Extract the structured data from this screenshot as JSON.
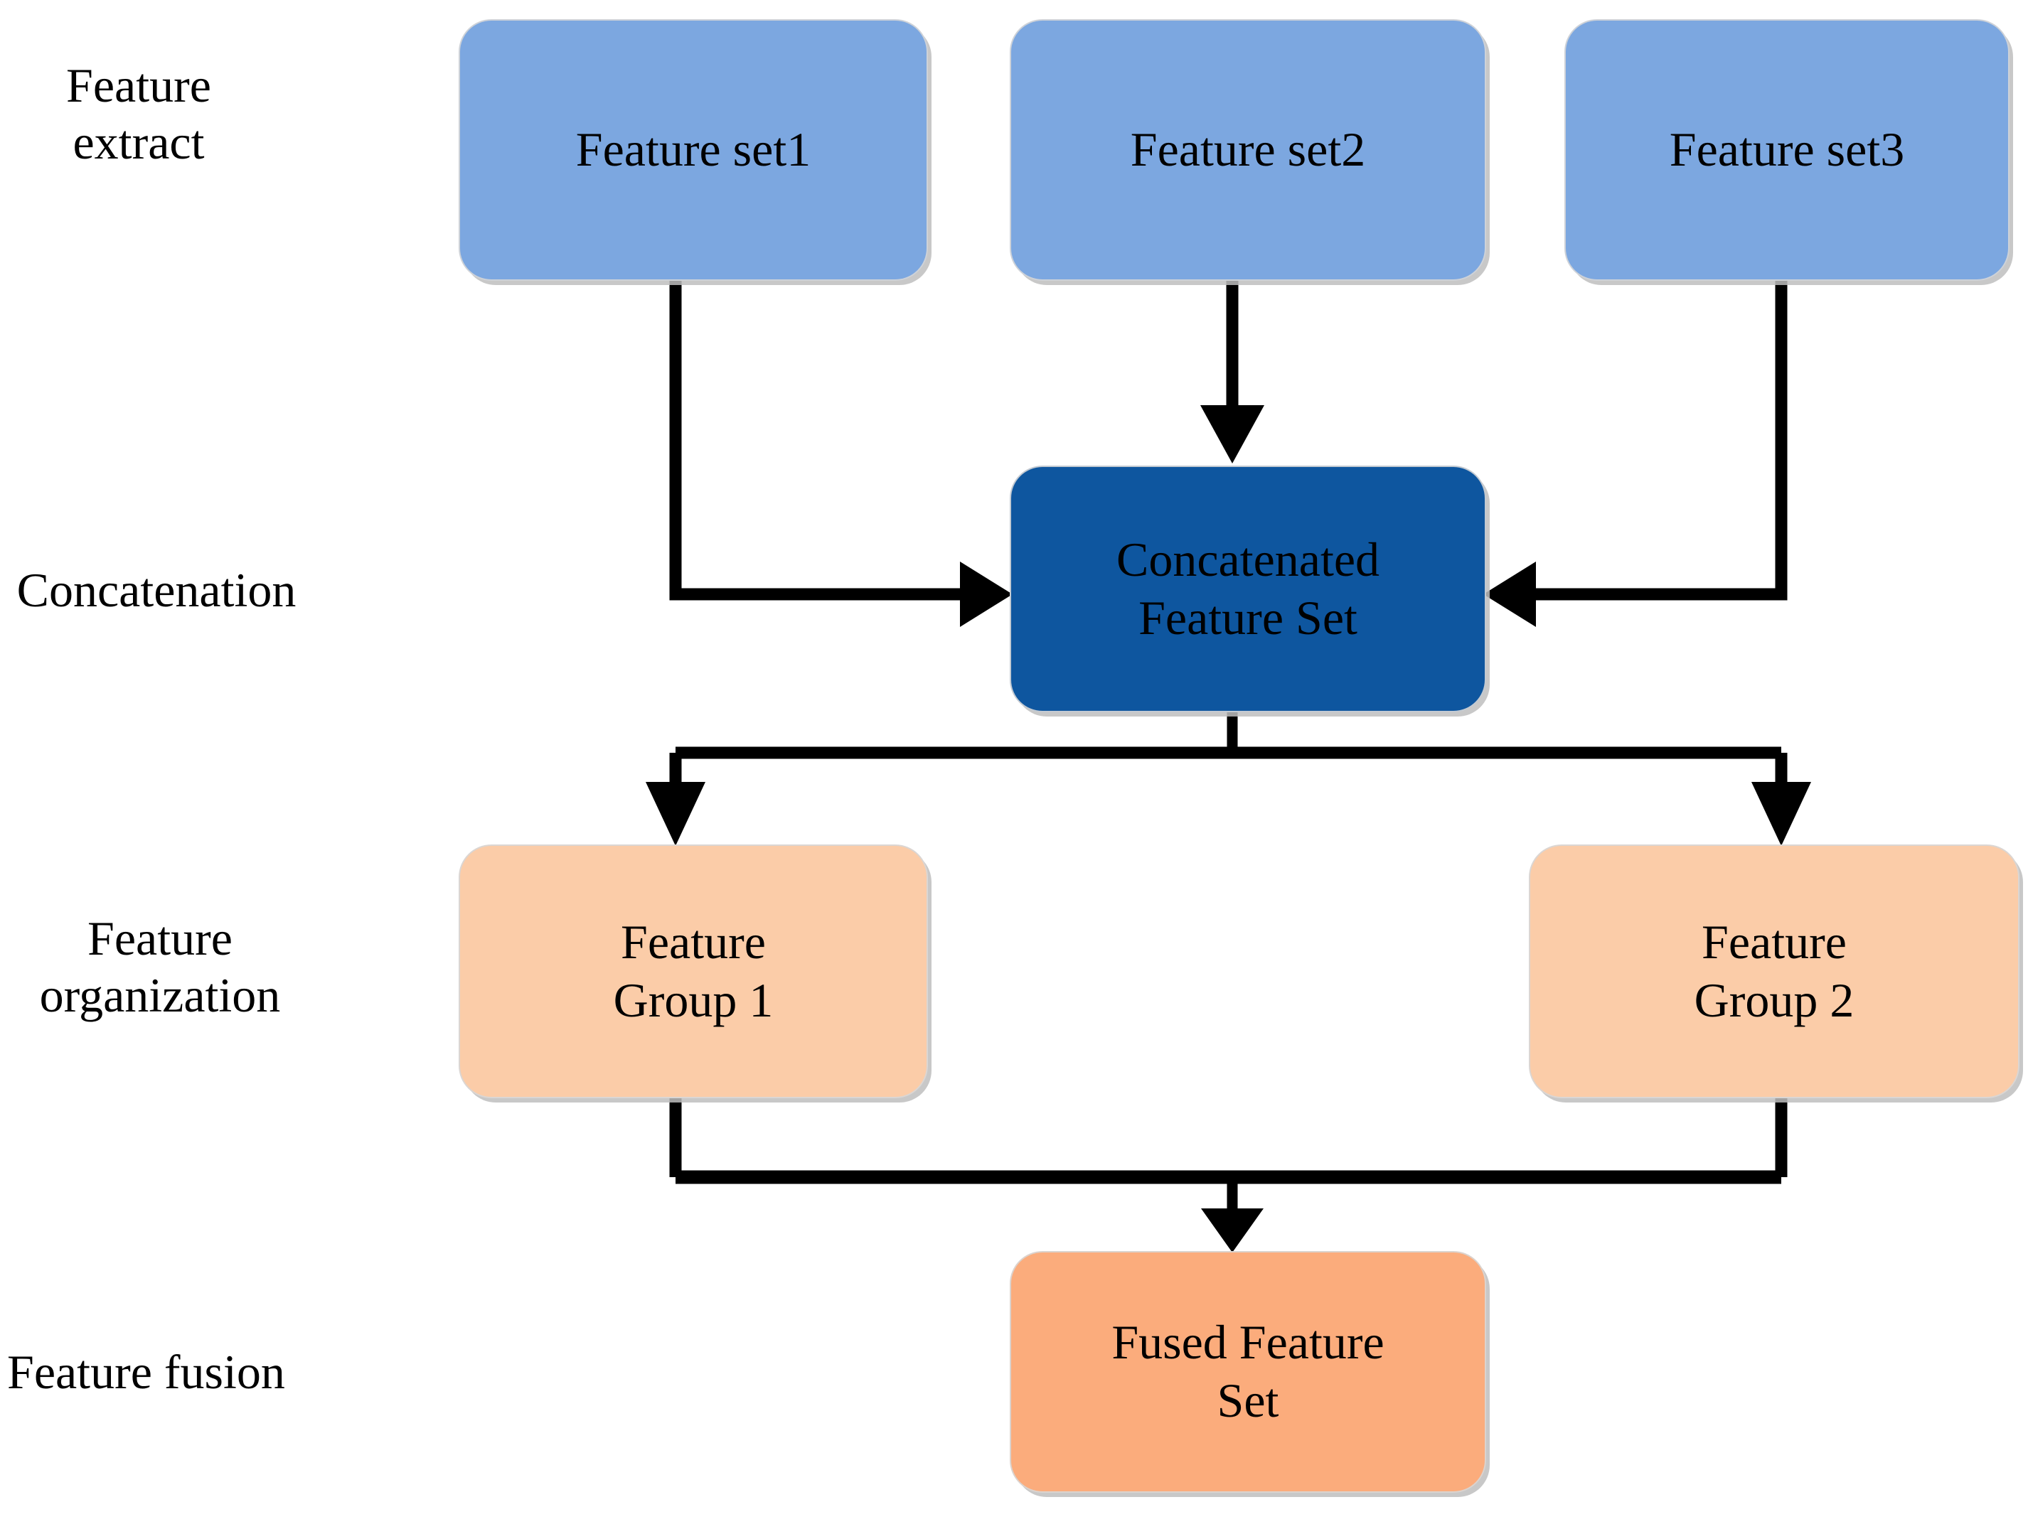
{
  "diagram": {
    "title": "Feature fusion pipeline flowchart",
    "background_color": "#ffffff",
    "line_color": "#000000"
  },
  "stages": [
    {
      "name": "feature-extract",
      "label": "Feature\nextract"
    },
    {
      "name": "concatenation",
      "label": "Concatenation"
    },
    {
      "name": "feature-organization",
      "label": "Feature\norganization"
    },
    {
      "name": "feature-fusion",
      "label": "Feature fusion"
    }
  ],
  "nodes": {
    "feature_set_1": {
      "label": "Feature set1",
      "color": "#7ca7e0"
    },
    "feature_set_2": {
      "label": "Feature set2",
      "color": "#7ca7e0"
    },
    "feature_set_3": {
      "label": "Feature set3",
      "color": "#7ca7e0"
    },
    "concatenated": {
      "label": "Concatenated\nFeature Set",
      "color": "#0e569f"
    },
    "group_1": {
      "label": "Feature\nGroup 1",
      "color": "#fbcca8"
    },
    "group_2": {
      "label": "Feature\nGroup 2",
      "color": "#fbcca8"
    },
    "fused": {
      "label": "Fused Feature\nSet",
      "color": "#fbac7c"
    }
  },
  "edges": [
    {
      "name": "set1-to-concatenated",
      "from": "feature_set_1",
      "to": "concatenated",
      "arrow": "right"
    },
    {
      "name": "set2-to-concatenated",
      "from": "feature_set_2",
      "to": "concatenated",
      "arrow": "down"
    },
    {
      "name": "set3-to-concatenated",
      "from": "feature_set_3",
      "to": "concatenated",
      "arrow": "left"
    },
    {
      "name": "concatenated-to-group1",
      "from": "concatenated",
      "to": "group_1",
      "arrow": "down"
    },
    {
      "name": "concatenated-to-group2",
      "from": "concatenated",
      "to": "group_2",
      "arrow": "down"
    },
    {
      "name": "group1-to-fused",
      "from": "group_1",
      "to": "fused",
      "arrow": "down"
    },
    {
      "name": "group2-to-fused",
      "from": "group_2",
      "to": "fused",
      "arrow": "down"
    }
  ]
}
